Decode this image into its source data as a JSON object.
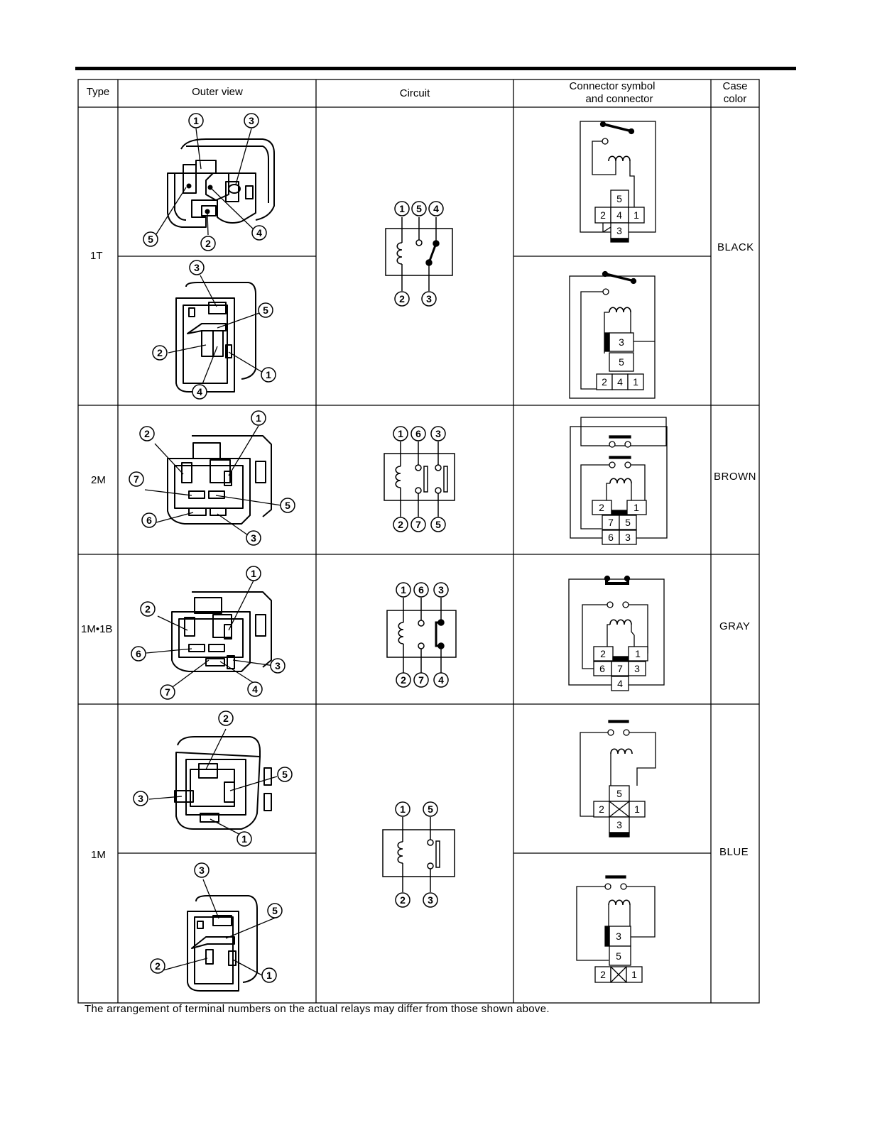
{
  "headers": {
    "type": "Type",
    "outer_view": "Outer view",
    "circuit": "Circuit",
    "connector_line1": "Connector symbol",
    "connector_line2": "and connector",
    "case_line1": "Case",
    "case_line2": "color"
  },
  "rows": [
    {
      "type": "1T",
      "case_color": "BLACK"
    },
    {
      "type": "2M",
      "case_color": "BROWN"
    },
    {
      "type": "1M•1B",
      "case_color": "GRAY"
    },
    {
      "type": "1M",
      "case_color": "BLUE"
    }
  ],
  "circuits": {
    "t1": {
      "top": [
        "1",
        "5",
        "4"
      ],
      "bottom": [
        "2",
        "3"
      ]
    },
    "m2": {
      "top": [
        "1",
        "6",
        "3"
      ],
      "bottom": [
        "2",
        "7",
        "5"
      ]
    },
    "m1b1": {
      "top": [
        "1",
        "6",
        "3"
      ],
      "bottom": [
        "2",
        "7",
        "4"
      ]
    },
    "m1": {
      "top": [
        "1",
        "5"
      ],
      "bottom": [
        "2",
        "3"
      ]
    }
  },
  "outer_views": {
    "t1_a": [
      "1",
      "3",
      "5",
      "2",
      "4"
    ],
    "t1_b": [
      "3",
      "5",
      "2",
      "1",
      "4"
    ],
    "m2": [
      "2",
      "1",
      "7",
      "5",
      "6",
      "3"
    ],
    "m1b1": [
      "1",
      "2",
      "6",
      "3",
      "7",
      "4"
    ],
    "m1_a": [
      "2",
      "5",
      "3",
      "1"
    ],
    "m1_b": [
      "3",
      "5",
      "2",
      "1"
    ]
  },
  "connectors": {
    "t1_a": [
      "5",
      "2",
      "4",
      "1",
      "3"
    ],
    "t1_b": [
      "3",
      "5",
      "2",
      "4",
      "1"
    ],
    "m2": [
      "2",
      "1",
      "7",
      "5",
      "6",
      "3"
    ],
    "m1b1": [
      "2",
      "1",
      "6",
      "7",
      "3",
      "4"
    ],
    "m1_a": [
      "5",
      "2",
      "1",
      "3"
    ],
    "m1_b": [
      "3",
      "5",
      "2",
      "1"
    ]
  },
  "footnote": "The arrangement of terminal numbers on the actual relays may differ from those shown above."
}
